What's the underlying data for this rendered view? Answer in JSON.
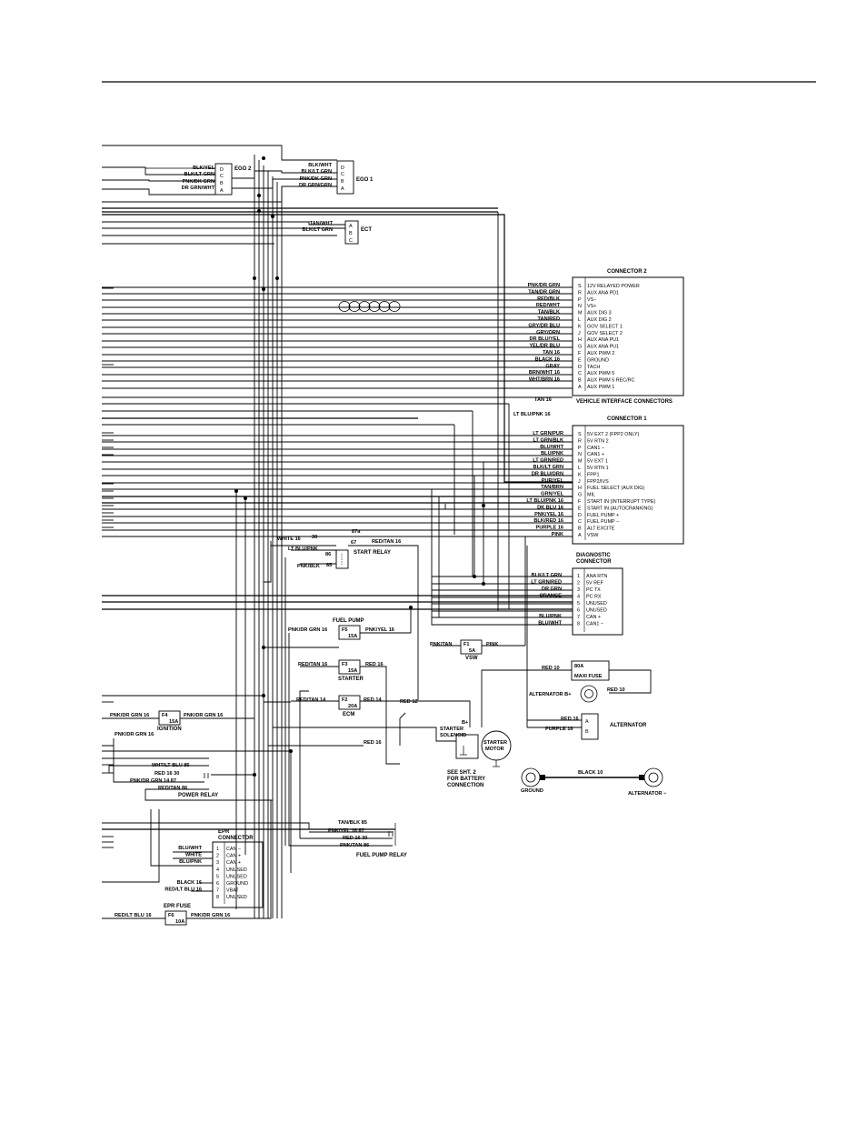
{
  "connector2": {
    "title": "CONNECTOR 2",
    "pins": [
      {
        "pin": "S",
        "name": "12V RELAYED POWER",
        "wire": "PNK/DR GRN"
      },
      {
        "pin": "R",
        "name": "AUX ANA PD1",
        "wire": "TAN/DR GRN"
      },
      {
        "pin": "P",
        "name": "VS−",
        "wire": "RED/BLK"
      },
      {
        "pin": "N",
        "name": "VS+",
        "wire": "RED/WHT"
      },
      {
        "pin": "M",
        "name": "AUX DIG 3",
        "wire": "TAN/BLK"
      },
      {
        "pin": "L",
        "name": "AUX DIG 2",
        "wire": "TAN/RED"
      },
      {
        "pin": "K",
        "name": "GOV SELECT 1",
        "wire": "GRY/DR BLU"
      },
      {
        "pin": "J",
        "name": "GOV SELECT 2",
        "wire": "GRY/ORN"
      },
      {
        "pin": "H",
        "name": "AUX ANA PU1",
        "wire": "DR BLU/YEL"
      },
      {
        "pin": "G",
        "name": "AUX ANA PU1",
        "wire": "YEL/DR BLU"
      },
      {
        "pin": "F",
        "name": "AUX PWM 2",
        "wire": "TAN 16"
      },
      {
        "pin": "E",
        "name": "GROUND",
        "wire": "BLACK 16"
      },
      {
        "pin": "D",
        "name": "TACH",
        "wire": "GRAY"
      },
      {
        "pin": "C",
        "name": "AUX PWM 5",
        "wire": "BRN/WHT 16"
      },
      {
        "pin": "B",
        "name": "AUX PWM 5 REC/RC",
        "wire": "WHT/BRN 16"
      },
      {
        "pin": "A",
        "name": "AUX PWM 1",
        "wire": ""
      }
    ],
    "caption": "VEHICLE INTERFACE CONNECTORS",
    "extra_wire": "TAN 16"
  },
  "connector1": {
    "title": "CONNECTOR 1",
    "pins": [
      {
        "pin": "S",
        "name": "5V EXT 2 (FPP2 ONLY)",
        "wire": "LT GRN/PUR"
      },
      {
        "pin": "R",
        "name": "5V RTN 2",
        "wire": "LT GRN/BLK"
      },
      {
        "pin": "P",
        "name": "CAN1 −",
        "wire": "BLU/WHT"
      },
      {
        "pin": "N",
        "name": "CAN1 +",
        "wire": "BLU/PNK"
      },
      {
        "pin": "M",
        "name": "5V EXT 1",
        "wire": "LT GRN/RED"
      },
      {
        "pin": "L",
        "name": "5V RTN 1",
        "wire": "BLK/LT GRN"
      },
      {
        "pin": "K",
        "name": "FPP1",
        "wire": "DR BLU/ORN"
      },
      {
        "pin": "J",
        "name": "FPP2/IVS",
        "wire": "PUR/YEL"
      },
      {
        "pin": "H",
        "name": "FUEL SELECT (AUX DIG)",
        "wire": "TAN/BRN"
      },
      {
        "pin": "G",
        "name": "MIL",
        "wire": "GRN/YEL"
      },
      {
        "pin": "F",
        "name": "START IN (INTERRUPT TYPE)",
        "wire": "LT BLU/PNK 16"
      },
      {
        "pin": "E",
        "name": "START IN (AUTOCRANKING)",
        "wire": "DK BLU 16"
      },
      {
        "pin": "D",
        "name": "FUEL PUMP +",
        "wire": "PNK/YEL 16"
      },
      {
        "pin": "C",
        "name": "FUEL PUMP −",
        "wire": "BLK/RED 16"
      },
      {
        "pin": "B",
        "name": "ALT EXCITE",
        "wire": "PURPLE 16"
      },
      {
        "pin": "A",
        "name": "VSW",
        "wire": "PINK"
      }
    ],
    "extra_wire": "LT BLU/PNK 16"
  },
  "diagnostic": {
    "title": "DIAGNOSTIC",
    "title2": "CONNECTOR",
    "pins": [
      {
        "pin": "1",
        "name": "ANA RTN",
        "wire": "BLK/LT GRN"
      },
      {
        "pin": "2",
        "name": "5V REF",
        "wire": "LT GRN/RED"
      },
      {
        "pin": "3",
        "name": "PC TX",
        "wire": "DR GRN"
      },
      {
        "pin": "4",
        "name": "PC RX",
        "wire": "ORANGE"
      },
      {
        "pin": "5",
        "name": "UNUSED",
        "wire": ""
      },
      {
        "pin": "6",
        "name": "UNUSED",
        "wire": ""
      },
      {
        "pin": "7",
        "name": "CAN +",
        "wire": "BLU/PNK"
      },
      {
        "pin": "8",
        "name": "CAN1 −",
        "wire": "BLU/WHT"
      }
    ]
  },
  "epr": {
    "title": "EPR",
    "title2": "CONNECTOR",
    "pins": [
      {
        "pin": "1",
        "name": "CAN −",
        "wire": "BLU/WHT"
      },
      {
        "pin": "2",
        "name": "CAN +",
        "wire": "WHITE"
      },
      {
        "pin": "3",
        "name": "CAN +",
        "wire": "BLU/PNK"
      },
      {
        "pin": "4",
        "name": "UNUSED",
        "wire": ""
      },
      {
        "pin": "5",
        "name": "UNUSED",
        "wire": ""
      },
      {
        "pin": "6",
        "name": "GROUND",
        "wire": "BLACK 16"
      },
      {
        "pin": "7",
        "name": "VBAT",
        "wire": "RED/LT BLU 16"
      },
      {
        "pin": "8",
        "name": "UNUSED",
        "wire": ""
      }
    ]
  },
  "ego2": {
    "title": "EGO 2",
    "pins": [
      {
        "pin": "D",
        "wire": "BLK/YEL"
      },
      {
        "pin": "C",
        "wire": "BLK/LT GRN"
      },
      {
        "pin": "B",
        "wire": "PNK/DK GRN"
      },
      {
        "pin": "A",
        "wire": "DR GRN/WHT"
      }
    ]
  },
  "ego1": {
    "title": "EGO 1",
    "pins": [
      {
        "pin": "D",
        "wire": "BLK/WHT"
      },
      {
        "pin": "C",
        "wire": "BLK/LT GRN"
      },
      {
        "pin": "B",
        "wire": "PNK/DK GRN"
      },
      {
        "pin": "A",
        "wire": "DR GRN/GRN"
      }
    ]
  },
  "ect": {
    "title": "ECT",
    "pins": [
      {
        "pin": "A",
        "wire": "TAN/WHT"
      },
      {
        "pin": "B",
        "wire": "BLK/LT GRN"
      },
      {
        "pin": "C",
        "wire": ""
      }
    ]
  },
  "start_relay": {
    "title": "START RELAY",
    "t87a": "87a",
    "t30": "30",
    "t67": "67",
    "t86": "86",
    "t85": "85",
    "w_in": "WHITE 16",
    "w_out": "RED/TAN 16",
    "w86": "LT BLU/PNK",
    "w85": "PNK/BLK"
  },
  "fuses": {
    "fuel_pump": {
      "title": "FUEL PUMP",
      "id": "F5",
      "rating": "15A",
      "w_in": "PNK/DR GRN 16",
      "w_out": "PNK/YEL 16"
    },
    "vsw": {
      "title": "VSW",
      "id": "F1",
      "rating": "5A",
      "w_in": "PNK/TAN",
      "w_out": "PINK"
    },
    "starter": {
      "title": "STARTER",
      "id": "F3",
      "rating": "15A",
      "w_in": "RED/TAN 16",
      "w_out": "RED 16"
    },
    "ecm": {
      "title": "ECM",
      "id": "F2",
      "rating": "20A",
      "w_in": "RED/TAN 14",
      "w_out": "RED 14"
    },
    "ignition": {
      "title": "IGNITION",
      "id": "F4",
      "rating": "15A",
      "w_in": "PNK/DR GRN 16",
      "w_out": "PNK/DR GRN 16"
    },
    "epr": {
      "title": "EPR FUSE",
      "id": "F6",
      "rating": "10A",
      "w_in": "RED/LT BLU 16",
      "w_out": "PNK/DR GRN 16"
    },
    "maxi": {
      "rating": "80A",
      "title": "MAXI FUSE",
      "w_in": "RED 10"
    }
  },
  "power_relay": {
    "title": "POWER RELAY",
    "l85": "WHT/LT BLU  85",
    "l30": "RED 16  30",
    "l87": "PNK/DR GRN 14  87",
    "l86": "RED/TAN  86",
    "feed": "PNK/DR GRN 16"
  },
  "fuel_pump_relay": {
    "title": "FUEL PUMP RELAY",
    "l85": "TAN/BLK  85",
    "l87": "PNK/YEL 16  87",
    "l30": "RED 16  30",
    "l86": "PNK/TAN  86"
  },
  "starter_block": {
    "b_plus": "B+",
    "solenoid": "STARTER",
    "solenoid2": "SOLENOID",
    "motor": "STARTER",
    "motor2": "MOTOR",
    "w12": "RED 12",
    "w16": "RED 16",
    "see1": "SEE SHT. 2",
    "see2": "FOR BATTERY",
    "see3": "CONNECTION"
  },
  "alternator": {
    "b_plus_label": "ALTERNATOR B+",
    "w10": "RED 10",
    "title": "ALTERNATOR",
    "pin_a": "A",
    "pin_b": "B",
    "wa": "RED 16",
    "wb": "PURPLE 16"
  },
  "ground": {
    "ground_label": "GROUND",
    "wire": "BLACK 10",
    "alt_minus": "ALTERNATOR −"
  }
}
